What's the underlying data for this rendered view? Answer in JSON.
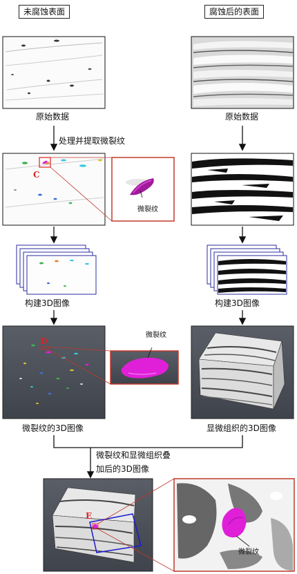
{
  "left_column": {
    "heading": "未腐蚀表面",
    "raw_caption": "原始数据",
    "process_caption": "处理并提取微裂纹",
    "marker_c": "C",
    "zoom_crack_label": "微裂纹",
    "stack_caption": "构建3D图像",
    "marker_d": "D",
    "zoom3d_crack_label": "微裂纹",
    "volume_caption": "微裂纹的3D图像"
  },
  "right_column": {
    "heading": "腐蚀后的表面",
    "raw_caption": "原始数据",
    "stack_caption": "构建3D图像",
    "volume_caption": "显微组织的3D图像"
  },
  "merge": {
    "caption_line1": "微裂纹和显微组织叠",
    "caption_line2": "加后的3D图像",
    "marker_e": "E",
    "zoom_crack_label": "微裂纹"
  },
  "colors": {
    "zoom_frame": "#c0392b",
    "crack": "#e020d8",
    "stack_frame": "#2a2aa0",
    "volume_bg": "#4a4e57"
  }
}
